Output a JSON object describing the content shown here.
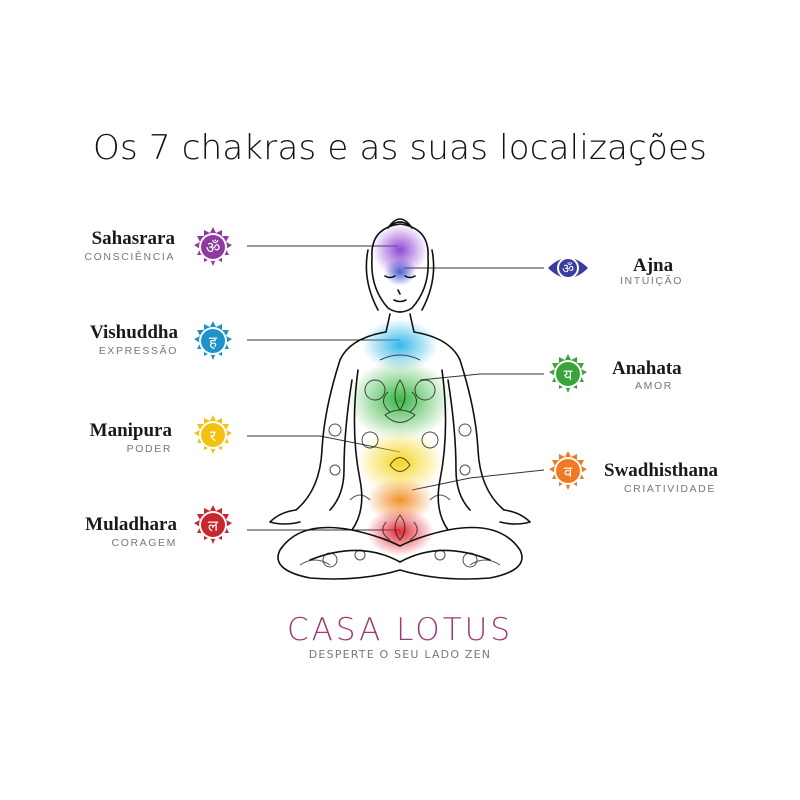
{
  "title": "Os 7 chakras e as suas localizações",
  "chakras": [
    {
      "name": "Sahasrara",
      "meaning": "CONSCIÊNCIA",
      "color": "#8e3aa0",
      "icon": "om-icon",
      "side": "left"
    },
    {
      "name": "Vishuddha",
      "meaning": "EXPRESSÃO",
      "color": "#1f93c9",
      "icon": "throat-bija-icon",
      "side": "left"
    },
    {
      "name": "Manipura",
      "meaning": "PODER",
      "color": "#f2c112",
      "icon": "solar-bija-icon",
      "side": "left"
    },
    {
      "name": "Muladhara",
      "meaning": "CORAGEM",
      "color": "#c8272e",
      "icon": "root-bija-icon",
      "side": "left"
    },
    {
      "name": "Ajna",
      "meaning": "INTUIÇÃO",
      "color": "#3a3d9e",
      "icon": "third-eye-icon",
      "side": "right"
    },
    {
      "name": "Anahata",
      "meaning": "AMOR",
      "color": "#3aa43b",
      "icon": "heart-bija-icon",
      "side": "right"
    },
    {
      "name": "Swadhisthana",
      "meaning": "CRIATIVIDADE",
      "color": "#ef7a23",
      "icon": "sacral-bija-icon",
      "side": "right"
    }
  ],
  "brand": {
    "name": "CASA LOTUS",
    "tagline": "DESPERTE O SEU LADO ZEN"
  }
}
